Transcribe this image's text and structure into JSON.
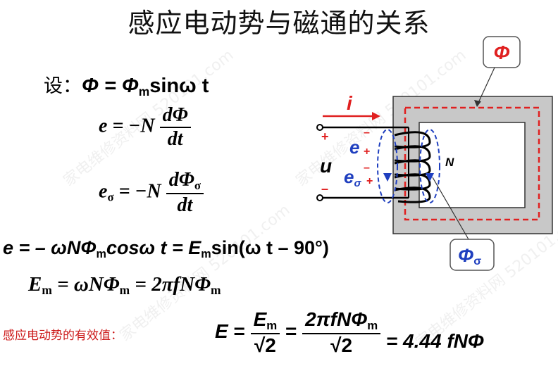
{
  "title": "感应电动势与磁通的关系",
  "formulas": {
    "let_prefix": "设：",
    "let_phi": "Φ",
    "let_eq": " = ",
    "let_phim": "Φ",
    "let_m": "m",
    "let_rest": "sinω t",
    "e_lhs": "e",
    "e_mid": " = −N ",
    "e_num": "dΦ",
    "e_den": "dt",
    "es_lhs": "e",
    "es_sub": "σ",
    "es_mid": " = −N ",
    "es_num": "dΦ",
    "es_num_sub": "σ",
    "es_den": "dt",
    "line3_a": "e = – ωNΦ",
    "line3_m": "m",
    "line3_b": "cosω t =  E",
    "line3_m2": "m",
    "line3_c": "sin(ω t – 90°)",
    "em_lhs": "E",
    "em_sub": "m",
    "em_rest": " = ωNΦ",
    "em_sub2": "m",
    "em_rest2": " = 2πfNΦ",
    "em_sub3": "m",
    "rms_label": "感应电动势的有效值：",
    "rms_E": "E",
    "rms_eq1": " = ",
    "rms_num1": "E",
    "rms_num1_sub": "m",
    "rms_den1": "√2",
    "rms_eq2": " = ",
    "rms_num2": "2πfNΦ",
    "rms_num2_sub": "m",
    "rms_den2": "√2",
    "rms_tail": " = 4.44 fNΦ"
  },
  "diagram": {
    "phi_label": "Φ",
    "phi_sigma_label": "Φ",
    "phi_sigma_sub": "σ",
    "current_label": "i",
    "voltage_label": "u",
    "e_label": "e",
    "e_sigma_label": "e",
    "e_sigma_sub": "σ",
    "n_label": "N",
    "plus": "+",
    "minus": "–"
  },
  "watermark": "家电维修资料网 520101.com",
  "colors": {
    "red": "#e02020",
    "blue": "#1f3fbf",
    "core": "#c8c8c8",
    "dash": "#e02020"
  }
}
